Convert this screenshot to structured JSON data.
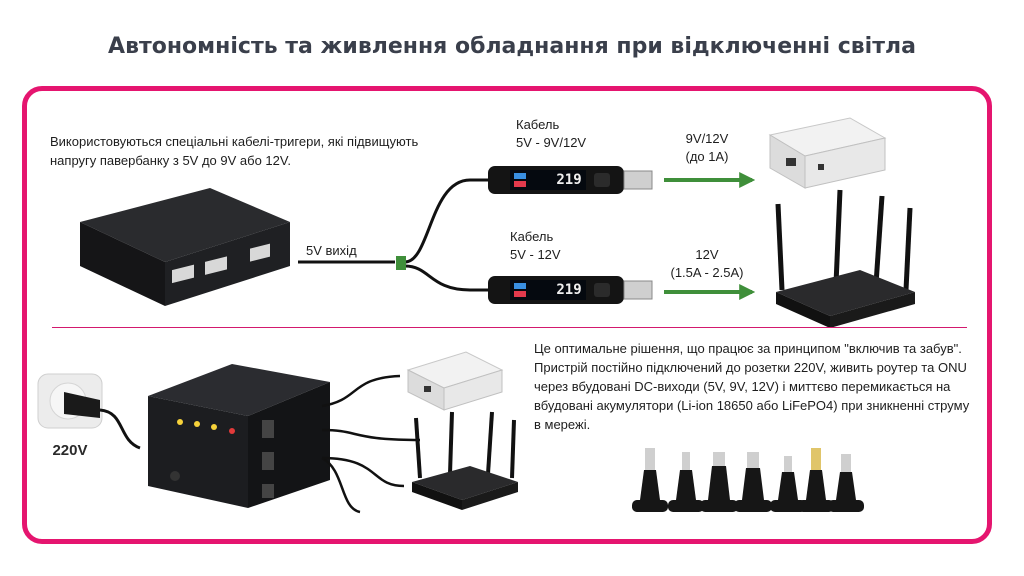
{
  "title": "Автономність та живлення обладнання при відключенні світла",
  "top": {
    "description": "Використовуються спеціальні кабелі-тригери, які підвищують напругу павербанку з 5V до 9V або 12V.",
    "input_label": "5V вихід",
    "cable1": {
      "line1": "Кабель",
      "line2": "5V - 9V/12V",
      "display": "219"
    },
    "cable2": {
      "line1": "Кабель",
      "line2": "5V - 12V",
      "display": "219"
    },
    "out1": {
      "line1": "9V/12V",
      "line2": "(до 1A)"
    },
    "out2": {
      "line1": "12V",
      "line2": "(1.5A - 2.5A)"
    }
  },
  "bottom": {
    "description": "Це оптимальне рішення, що працює за принципом \"включив та забув\". Пристрій постійно підключений до розетки 220V, живить роутер та ONU через вбудовані DC-виходи (5V, 9V, 12V) і миттєво перемикається на вбудовані акумулятори (Li-ion 18650 або LiFePO4) при зникненні струму в мережі.",
    "socket_label": "220V"
  },
  "colors": {
    "accent": "#e5156f",
    "arrow": "#3f8f3a",
    "title": "#3a3f4b",
    "device_dark": "#1b1b1d"
  }
}
